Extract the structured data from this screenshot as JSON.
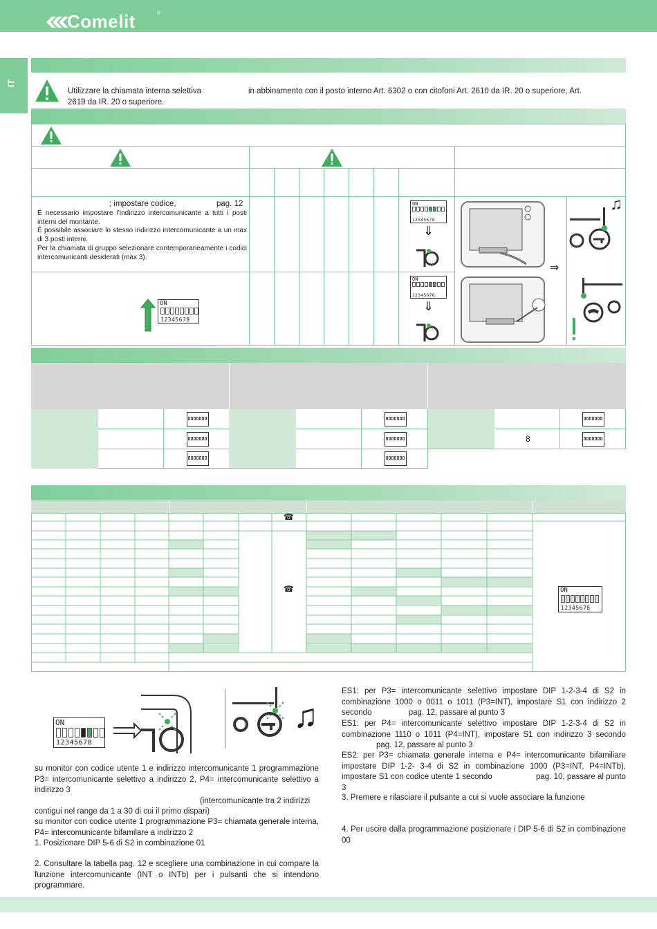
{
  "header": {
    "brand": "Comelit",
    "trademark": "®",
    "brand_color": "#7ecc97"
  },
  "side_tab": {
    "label": "IT"
  },
  "intro": {
    "part1": "Utilizzare la chiamata interna selettiva",
    "part2": "in abbinamento con il posto interno Art. 6302 o con citofoni Art. 2610 da IR. 20 o superiore, Art.",
    "part3": "2619 da IR. 20 o superiore."
  },
  "section1": {
    "row1": {
      "code_text": "; impostare codice,",
      "page_ref": "pag. 12",
      "notes": [
        "É necessario impostare l'indirizzo intercomunicante a tutti i posti interni del montante.",
        "É possibile associare lo stesso indirizzo intercomunicante a un max di 3 posti interni.",
        "Per la chiamata di gruppo selezionare contemporaneamente i codici intercomunicanti desiderati (max 3)."
      ]
    },
    "dip_on": "ON",
    "dip_numbers": "12345678",
    "arrow_sym": "⇓",
    "connector": "⇒"
  },
  "section2": {
    "value_8": "8"
  },
  "table3": {
    "handset_symbol": "☎"
  },
  "bottom_left": {
    "p1": "su monitor con codice utente 1 e indirizzo intercomunicante 1 programmazione P3= intercomunicante selettivo a indirizzo 2, P4= intercomunicante selettivo a indirizzo 3",
    "p2": "(intercomunicante tra 2 indirizzi",
    "p3": "contigui nel range da 1 a 30 di cui il primo dispari)",
    "p4": "su monitor con codice utente 1 programmazione P3= chiamata generale interna, P4= intercomunicante bifamilare a indirizzo 2",
    "step1": "1. Posizionare DIP 5-6 di S2 in combinazione 01",
    "step2": "2. Consultare la tabella pag. 12 e scegliere una combinazione in cui compare la funzione intercomunicante (INT o INTb) per i pulsanti che si intendono programmare.",
    "note_symbol": "♫"
  },
  "bottom_right": {
    "es1a": "ES1: per P3= intercomunicante selettivo impostare DIP 1-2-3-4 di S2 in combinazione 1000 o 0011 o 1011 (P3=INT), impostare S1 con indirizzo 2 secondo",
    "es1a_ref": "pag. 12, passare al punto 3",
    "es1b": "ES1: per P4= intercomunicante selettivo impostare DIP 1-2-3-4 di S2 in combinazione 1110 o 1011 (P4=INT), impostare S1 con indirizzo 3 secondo",
    "es1b_ref": "pag. 12, passare al punto 3",
    "es2": "ES2: per P3= chiamata generale interna e P4= intercomunicante bifamiliare impostare DIP 1-2- 3-4 di S2 in combinazione 1000 (P3=INT, P4=INTb), impostare S1 con codice utente 1 secondo",
    "es2_ref": "pag. 10,",
    "es2_end": "passare al punto 3",
    "step3": "3. Premere e rilasciare il pulsante a cui si vuole associare la funzione",
    "step4": "4. Per uscire dalla programmazione posizionare i DIP 5-6 di S2 in combinazione 00"
  }
}
